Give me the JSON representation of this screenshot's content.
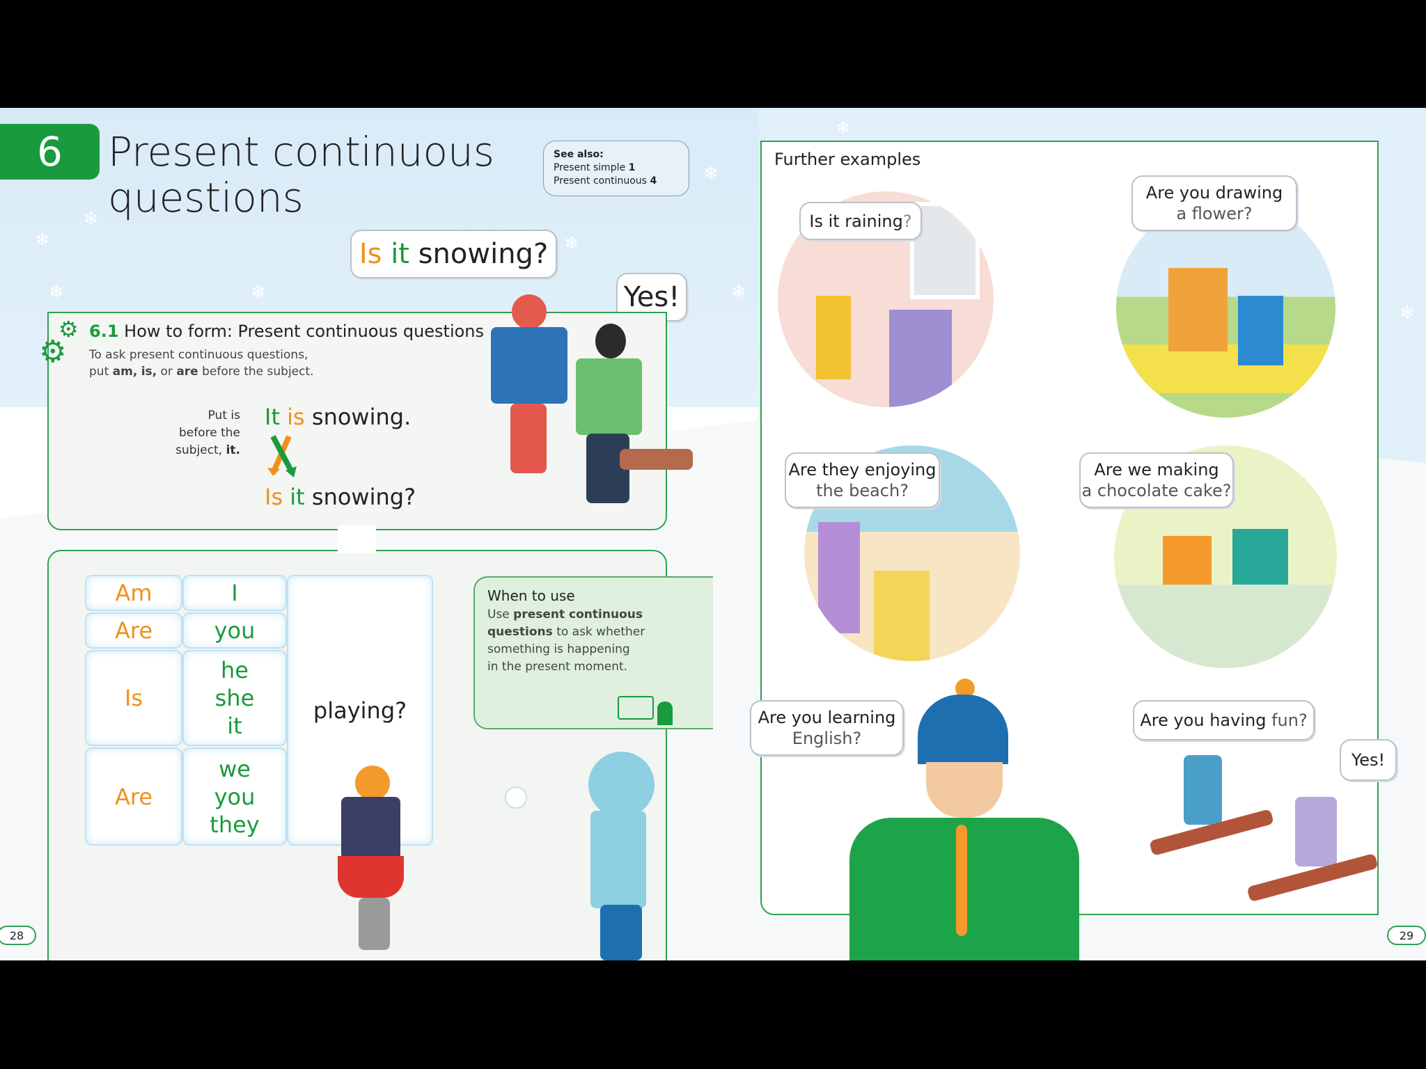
{
  "left_page": {
    "chapter_number": "6",
    "title_line1": "Present continuous",
    "title_line2": "questions",
    "see_also": {
      "heading": "See also:",
      "items": [
        {
          "label": "Present simple",
          "num": "1"
        },
        {
          "label": "Present continuous",
          "num": "4"
        }
      ]
    },
    "bubble_top": {
      "w1": "Is",
      "w2": "it",
      "w3": "snowing?"
    },
    "bubble_yes": "Yes!",
    "section": {
      "number": "6.1",
      "title": "How to form: Present continuous questions",
      "desc_line1": "To ask present continuous questions,",
      "desc_pre": "put",
      "desc_am": "am,",
      "desc_is": "is,",
      "desc_or": "or",
      "desc_are": "are",
      "desc_post": "before the subject.",
      "note_l1": "Put is",
      "note_l2": "before the",
      "note_l3": "subject,",
      "note_it": "it.",
      "statement": {
        "w1": "It",
        "w2": "is",
        "w3": "snowing."
      },
      "question": {
        "w1": "Is",
        "w2": "it",
        "w3": "snowing?"
      }
    },
    "table": {
      "rows": [
        {
          "verb": "Am",
          "subjects": [
            "I"
          ]
        },
        {
          "verb": "Are",
          "subjects": [
            "you"
          ]
        },
        {
          "verb": "Is",
          "subjects": [
            "he",
            "she",
            "it"
          ]
        },
        {
          "verb": "Are",
          "subjects": [
            "we",
            "you",
            "they"
          ]
        }
      ],
      "ending": "playing?"
    },
    "when_to_use": {
      "heading": "When to use",
      "t1": "Use",
      "b1": "present continuous",
      "b2": "questions",
      "t2": "to ask whether",
      "t3": "something is happening",
      "t4": "in the present moment."
    },
    "page_number": "28"
  },
  "right_page": {
    "heading": "Further examples",
    "examples": [
      {
        "q1": "Is it raining",
        "q2": "?"
      },
      {
        "q1": "Are you drawing",
        "q2": "a flower?"
      },
      {
        "q1": "Are they enjoying",
        "q2": "the beach?"
      },
      {
        "q1": "Are we making",
        "q2": "a chocolate cake?"
      },
      {
        "q1": "Are you learning",
        "q2": "English?"
      },
      {
        "q1": "Are you having",
        "q2": "fun?"
      }
    ],
    "yes": "Yes!",
    "page_number": "29"
  },
  "colors": {
    "green": "#1a9a3e",
    "orange": "#f0901c",
    "sky": "#d8ebf7"
  }
}
